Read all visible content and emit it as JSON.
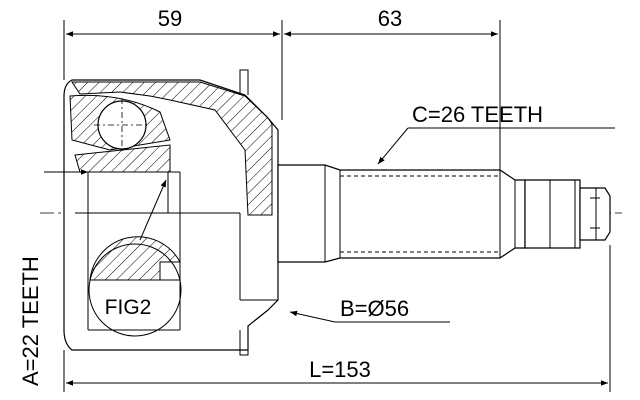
{
  "dimensions": {
    "top_left": "59",
    "top_right": "63",
    "overall_length": "L=153"
  },
  "callouts": {
    "outer_teeth": "C=26 TEETH",
    "inner_teeth": "A=22 TEETH",
    "diameter": "B=Ø56",
    "figure_ref": "FIG2"
  },
  "colors": {
    "line": "#000000",
    "background": "#ffffff"
  }
}
